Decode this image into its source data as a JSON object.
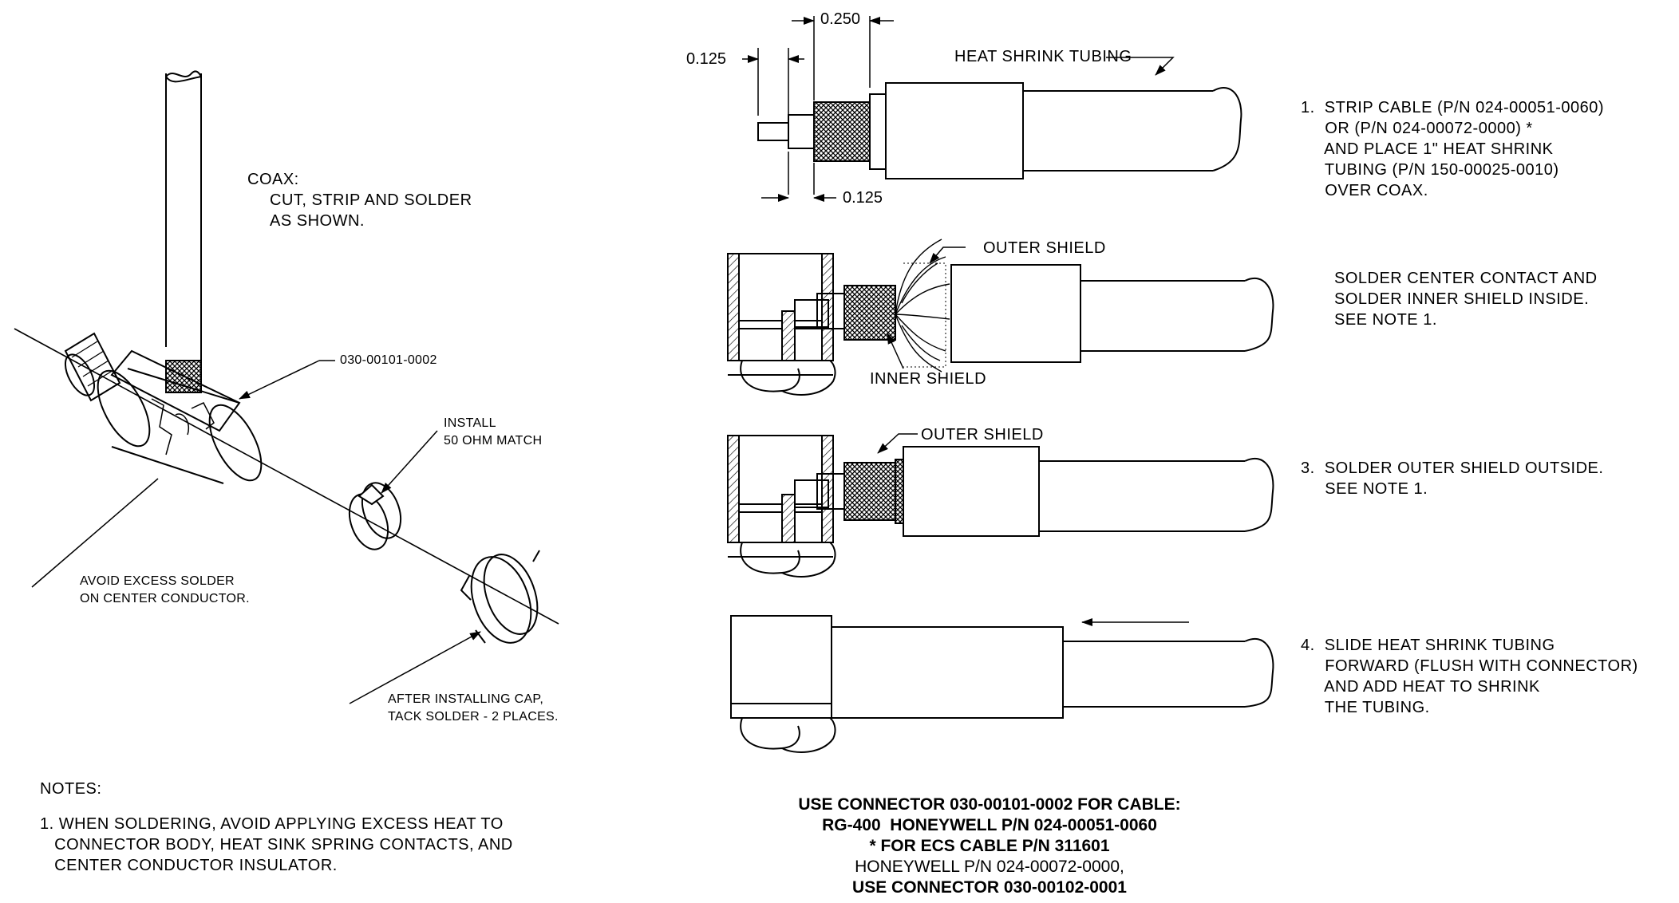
{
  "dims": {
    "d1": "0.250",
    "d2": "0.125",
    "d3": "0.125"
  },
  "labels": {
    "heat_shrink_tubing": "HEAT SHRINK TUBING",
    "outer_shield_2": "OUTER SHIELD",
    "inner_shield": "INNER SHIELD",
    "outer_shield_3": "OUTER SHIELD",
    "coax": [
      "COAX:",
      "CUT, STRIP AND SOLDER",
      "AS SHOWN."
    ],
    "part_number": "030-00101-0002",
    "install": [
      "INSTALL",
      "50 OHM MATCH"
    ],
    "avoid": [
      "AVOID EXCESS SOLDER",
      "ON CENTER CONDUCTOR."
    ],
    "after": [
      "AFTER INSTALLING CAP,",
      "TACK SOLDER - 2 PLACES."
    ]
  },
  "steps": [
    [
      "1.  STRIP CABLE (P/N 024-00051-0060)",
      "     OR (P/N 024-00072-0000) *",
      "     AND PLACE 1\" HEAT SHRINK",
      "     TUBING (P/N 150-00025-0010)",
      "     OVER COAX."
    ],
    [
      "SOLDER CENTER CONTACT AND",
      "SOLDER INNER SHIELD INSIDE.",
      "SEE NOTE 1."
    ],
    [
      "3.  SOLDER OUTER SHIELD OUTSIDE.",
      "     SEE NOTE 1."
    ],
    [
      "4.  SLIDE HEAT SHRINK TUBING",
      "     FORWARD (FLUSH WITH CONNECTOR)",
      "     AND ADD HEAT TO SHRINK",
      "     THE TUBING."
    ]
  ],
  "notes": {
    "title": "NOTES:",
    "items": [
      "1. WHEN SOLDERING, AVOID APPLYING EXCESS HEAT TO",
      "   CONNECTOR BODY, HEAT SINK SPRING CONTACTS, AND",
      "   CENTER CONDUCTOR INSULATOR."
    ]
  },
  "footer": [
    "USE CONNECTOR 030-00101-0002 FOR CABLE:",
    "RG-400  HONEYWELL P/N 024-00051-0060",
    "* FOR ECS CABLE P/N 311601",
    "HONEYWELL P/N 024-00072-0000,",
    "USE CONNECTOR 030-00102-0001"
  ]
}
